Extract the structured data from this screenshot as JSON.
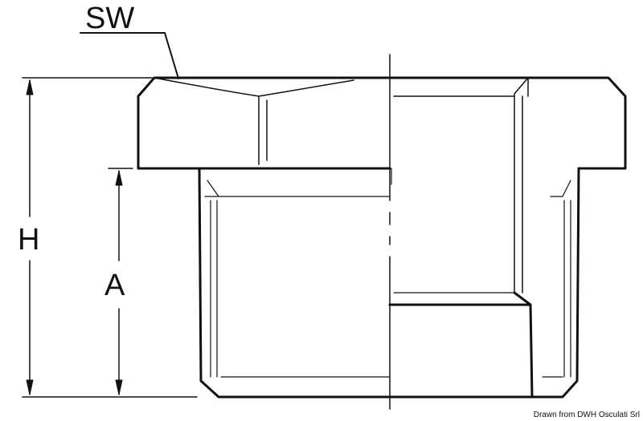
{
  "labels": {
    "sw": "SW",
    "h": "H",
    "a": "A"
  },
  "credit": "Drawn from DWH Osculati Srl"
}
